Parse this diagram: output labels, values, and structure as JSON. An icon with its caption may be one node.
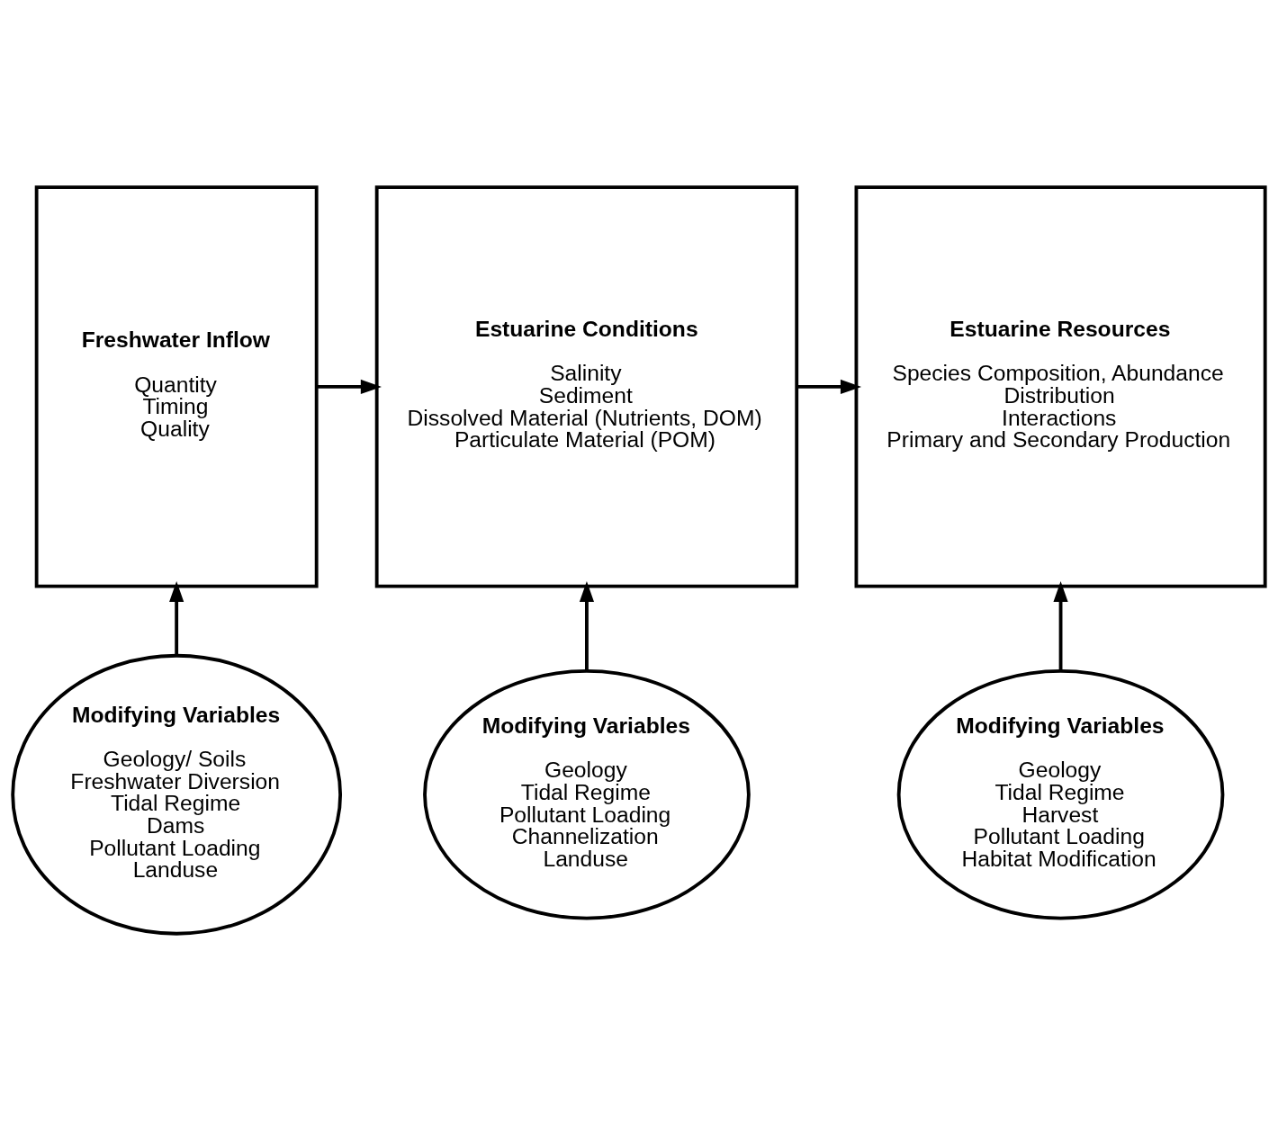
{
  "diagram": {
    "nodes": [
      {
        "text": [
          "Freshwater Inflow",
          "Quantity",
          "Timing",
          "Quality"
        ]
      },
      {
        "text": [
          "Estuarine Conditions",
          "Salinity",
          "Sediment",
          "Dissolved Material (Nutrients, DOM)",
          "Particulate Material (POM)"
        ]
      },
      {
        "text": [
          "Estuarine Resources",
          "Species Composition, Abundance",
          "Distribution",
          "Interactions",
          "Primary and Secondary Production"
        ]
      },
      {
        "text": [
          "Modifying Variables",
          "Geology/ Soils",
          "Freshwater Diversion",
          "Tidal Regime",
          "Dams",
          "Pollutant Loading",
          "Landuse"
        ]
      },
      {
        "text": [
          "Modifying Variables",
          "Geology",
          "Tidal Regime",
          "Pollutant Loading",
          "Channelization",
          "Landuse"
        ]
      },
      {
        "text": [
          "Modifying Variables",
          "Geology",
          "Tidal Regime",
          "Harvest",
          "Pollutant Loading",
          "Habitat Modification"
        ]
      }
    ],
    "edges": [
      {
        "from": 0,
        "to": 1,
        "arrow": "to"
      },
      {
        "from": 1,
        "to": 2,
        "arrow": "to"
      },
      {
        "from": 3,
        "to": 0,
        "arrow": "to"
      },
      {
        "from": 4,
        "to": 1,
        "arrow": "to"
      },
      {
        "from": 5,
        "to": 2,
        "arrow": "to"
      }
    ]
  }
}
